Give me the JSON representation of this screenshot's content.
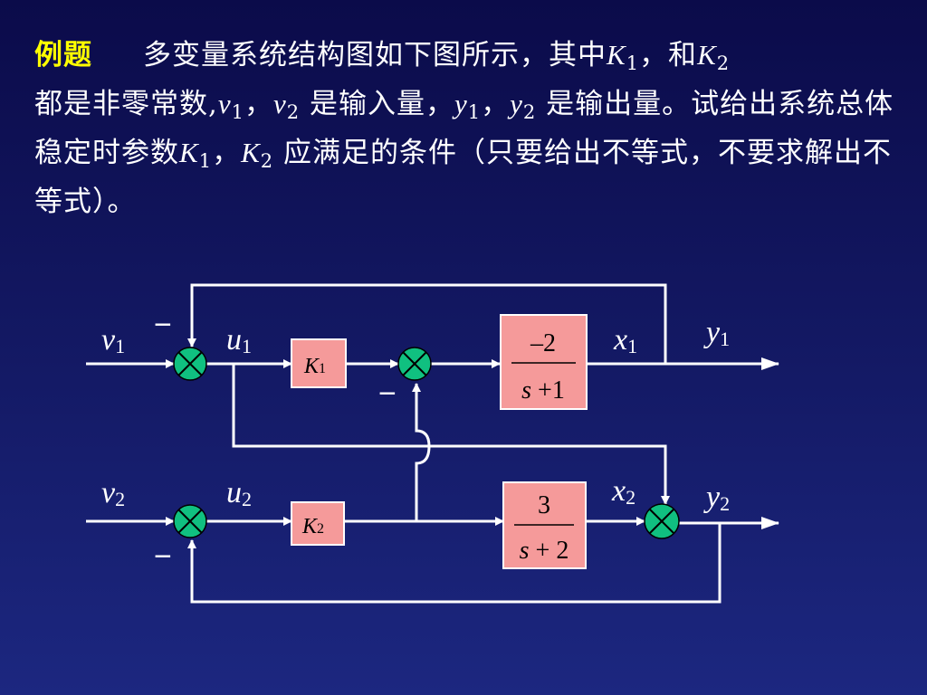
{
  "problem": {
    "label": "例题",
    "seg1": "多变量系统结构图如下图所示，其中",
    "k1_sym": "K",
    "k1_sub": "1",
    "seg2": "，和",
    "k2_sym": "K",
    "k2_sub": "2",
    "seg3": "都是非零常数,",
    "v_sym": "v",
    "v1_sub": "1",
    "sep1": "，",
    "v2_sub": "2",
    "seg4": " 是输入量，",
    "y_sym": "y",
    "y1_sub": "1",
    "sep2": "，",
    "y2_sub": "2",
    "seg5": " 是输出量。试给出系统总体稳定时参数",
    "sep3": "，",
    "seg6": " 应满足的条件（只要给出不等式，不要求解出不等式）。"
  },
  "diagram": {
    "v1": {
      "sym": "v",
      "sub": "1"
    },
    "v2": {
      "sym": "v",
      "sub": "2"
    },
    "u1": {
      "sym": "u",
      "sub": "1"
    },
    "u2": {
      "sym": "u",
      "sub": "2"
    },
    "x1": {
      "sym": "x",
      "sub": "1"
    },
    "x2": {
      "sym": "x",
      "sub": "2"
    },
    "y1": {
      "sym": "y",
      "sub": "1"
    },
    "y2": {
      "sym": "y",
      "sub": "2"
    },
    "minus_sign": "−",
    "gain1": {
      "sym": "K",
      "sub": "1"
    },
    "gain2": {
      "sym": "K",
      "sub": "2"
    },
    "tf1": {
      "num": "–2",
      "den_var": "s",
      "den_rest": " +1"
    },
    "tf2": {
      "num": "3",
      "den_var": "s",
      "den_rest": " + 2"
    },
    "colors": {
      "summer": "#10c080",
      "block": "#f59a9a",
      "label": "#ffff00"
    }
  }
}
